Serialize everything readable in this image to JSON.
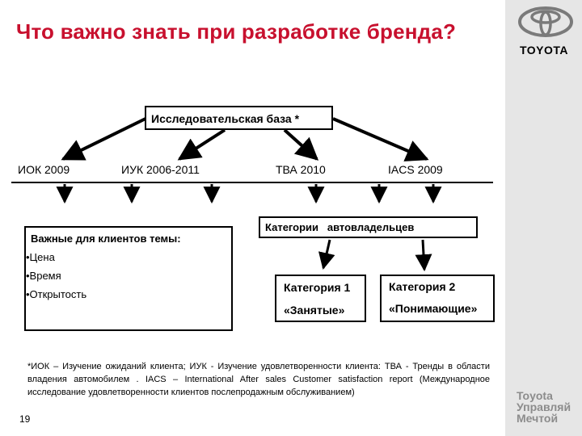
{
  "title": "Что важно знать при разработке бренда?",
  "brand": {
    "name": "TOYOTA",
    "slogan": [
      "Toyota",
      "Управляй",
      "Мечтой"
    ],
    "logo_icon": "toyota-emblem-icon"
  },
  "research_base": "Исследовательская база *",
  "studies": [
    "ИОК 2009",
    "ИУК 2006-2011",
    "ТВА 2010",
    "IACS 2009"
  ],
  "topics": {
    "title": "Важные для клиентов темы:",
    "items": [
      "•Цена",
      "•Время",
      "•Открытость"
    ]
  },
  "owner_categories": {
    "title": "Категории   автовладельцев",
    "category1": {
      "line1": "Категория 1",
      "line2": "«Занятые»"
    },
    "category2": {
      "line1": "Категория 2",
      "line2": "«Понимающие»"
    }
  },
  "footnote": "*ИОК – Изучение ожиданий клиента; ИУК - Изучение удовлетворенности клиента: ТВА - Тренды в области владения автомобилем . IACS – International After sales Customer satisfaction report (Международное исследование удовлетворенности клиентов послепродажным обслуживанием)",
  "page_number": "19",
  "colors": {
    "title": "#c8102e",
    "sidebar": "#e6e6e6",
    "slogan": "#8c8c8c"
  }
}
